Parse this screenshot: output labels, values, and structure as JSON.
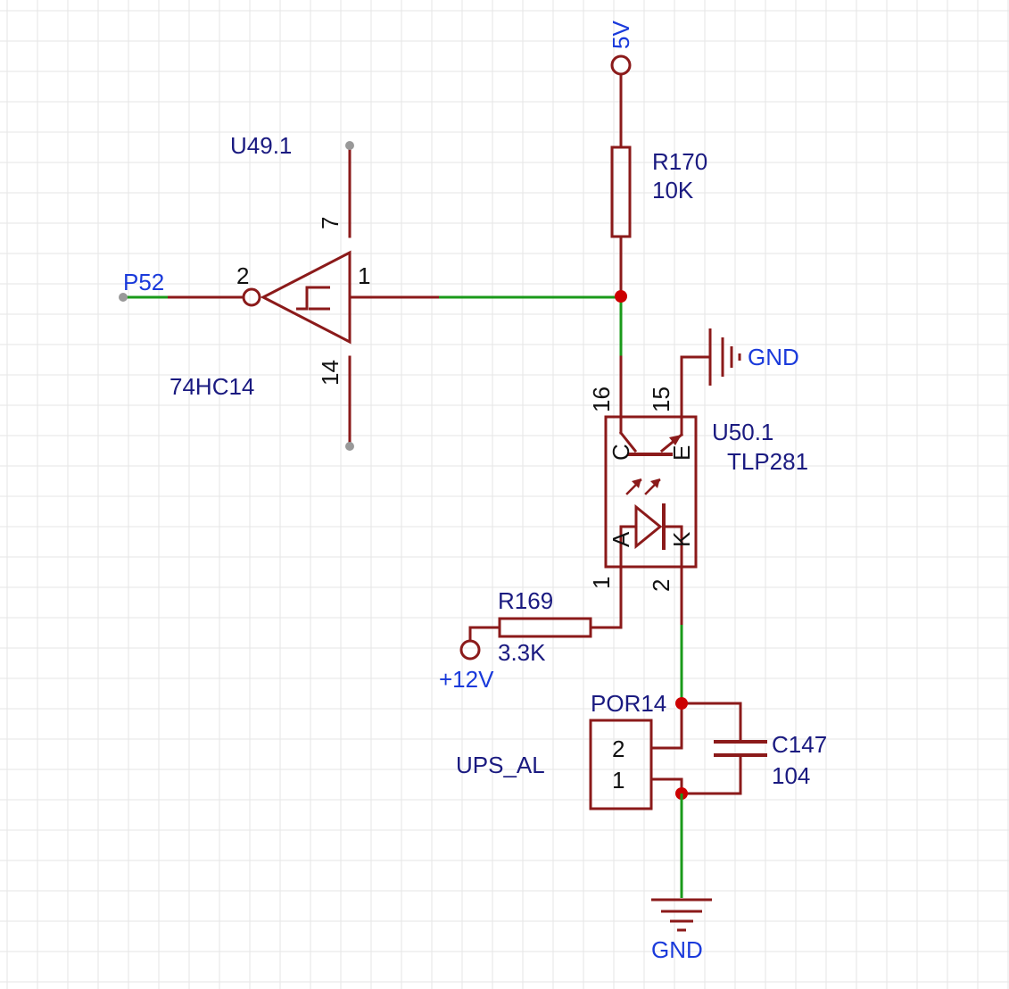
{
  "components": {
    "u49": {
      "ref": "U49.1",
      "value": "74HC14",
      "pins": {
        "vcc": "7",
        "gnd": "14",
        "in": "2",
        "out": "1"
      }
    },
    "r170": {
      "ref": "R170",
      "value": "10K"
    },
    "u50": {
      "ref": "U50.1",
      "value": "TLP281",
      "pins": {
        "c": "16",
        "e": "15",
        "a": "1",
        "k": "2"
      },
      "pin_letters": {
        "c": "C",
        "e": "E",
        "a": "A",
        "k": "K"
      }
    },
    "r169": {
      "ref": "R169",
      "value": "3.3K"
    },
    "por14": {
      "ref": "POR14",
      "value": "UPS_AL",
      "pins": [
        "2",
        "1"
      ]
    },
    "c147": {
      "ref": "C147",
      "value": "104"
    }
  },
  "nets": {
    "p52": "P52",
    "vcc5": "5V",
    "gnd_top": "GND",
    "gnd_bottom": "GND",
    "vcc12": "+12V"
  },
  "colors": {
    "wire": "#8b1a1a",
    "net": "#1a9a1a",
    "junction": "#cc0000",
    "ref_text": "#1a1a80",
    "net_text": "#1a3adb"
  }
}
